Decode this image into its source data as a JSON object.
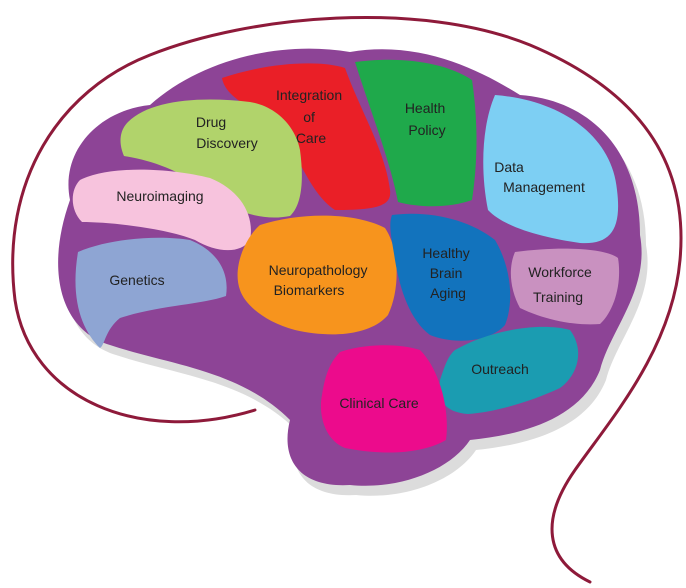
{
  "colors": {
    "head_outline": "#8e1a3a",
    "brain_body": "#8d4496",
    "brain_shadow": "#dcdcdc"
  },
  "regions": [
    {
      "id": "integration-of-care",
      "lines": [
        "Integration",
        "of",
        "Care"
      ],
      "color": "#ea1f27"
    },
    {
      "id": "health-policy",
      "lines": [
        "Health",
        "Policy"
      ],
      "color": "#1fa94b"
    },
    {
      "id": "drug-discovery",
      "lines": [
        "Drug",
        "Discovery"
      ],
      "color": "#b1d36b"
    },
    {
      "id": "data-management",
      "lines": [
        "Data",
        "Management"
      ],
      "color": "#7dcff3"
    },
    {
      "id": "neuroimaging",
      "lines": [
        "Neuroimaging"
      ],
      "color": "#f7c3dd"
    },
    {
      "id": "genetics",
      "lines": [
        "Genetics"
      ],
      "color": "#8ea5d3"
    },
    {
      "id": "neuropathology-biomarkers",
      "lines": [
        "Neuropathology",
        "Biomarkers"
      ],
      "color": "#f7941d"
    },
    {
      "id": "healthy-brain-aging",
      "lines": [
        "Healthy",
        "Brain",
        "Aging"
      ],
      "color": "#1273bd"
    },
    {
      "id": "workforce-training",
      "lines": [
        "Workforce",
        "Training"
      ],
      "color": "#c991c0"
    },
    {
      "id": "outreach",
      "lines": [
        "Outreach"
      ],
      "color": "#1b9cb1"
    },
    {
      "id": "clinical-care",
      "lines": [
        "Clinical Care"
      ],
      "color": "#ec0b8c"
    }
  ]
}
